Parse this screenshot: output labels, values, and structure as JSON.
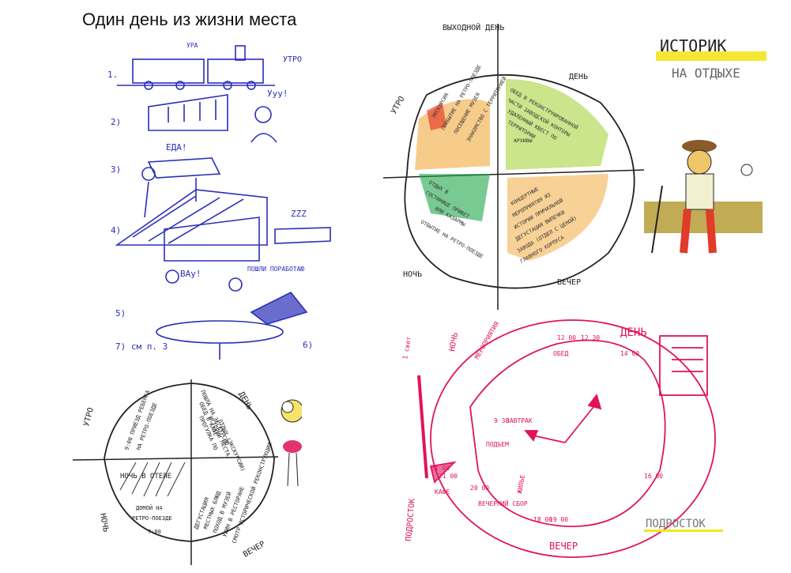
{
  "page_title": "Один день из жизни места",
  "top_left": {
    "steps": [
      "1.",
      "2)",
      "3)",
      "4)",
      "5)",
      "6)",
      "7) см п. 3"
    ],
    "bubbles": [
      "УРА",
      "Ууу!",
      "ЕДА!",
      "ZZZ",
      "ВАу!",
      "ПОШЛИ ПОРАБОТАЮ"
    ],
    "side": "УТРО"
  },
  "top_right": {
    "labels": {
      "top": "ВЫХОДНОЙ ДЕНЬ",
      "morning": "УТРО",
      "day": "ДЕНЬ",
      "night": "НОЧЬ",
      "evening": "ВЕЧЕР"
    },
    "morning_text": [
      "ЭКСКУРСИЯ",
      "ПРИБЫТИЕ НА РЕТРО-ПОЕЗДЕ",
      "ПОСЕЩЕНИЕ МУЗЕЯ",
      "ЗНАКОМСТВО С ТЕРРИТОРИЕЙ"
    ],
    "day_text": [
      "ОБЕД В РЕКОНСТРУИРОВАННОЙ",
      "ЧАСТИ ЗАВОДСКОЙ КОНТОРЫ",
      "УДАЛЕННЫЙ КВЕСТ ПО",
      "ТЕРРИТОРИИ",
      "АРХИВЫ"
    ],
    "night_text": [
      "ОТДЫХ В",
      "ГОСТИНИЦЕ ПРИВЕТ",
      "ИЛИ КАЗАРМЫ",
      "ОТБЫТИЕ НА РЕТРО-ПОЕЗДЕ"
    ],
    "evening_text": [
      "КОНЦЕРТНЫЕ",
      "МЕРОПРИЯТИЯ ИЗ",
      "ИСТОРИИ ПРИЧАЛЬНОЙ",
      "ДЕГУСТАЦИЯ ВЫПЕЧКИ",
      "ЗАВОДА (ОТДЕЛ С ЦЕНОЙ)",
      "ГЛАВНОГО КОРПУСА"
    ],
    "persona_title": "ИСТОРИК",
    "persona_sub": "НА ОТДЫХЕ"
  },
  "bottom_left": {
    "labels": {
      "morning": "УТРО",
      "day": "ДЕНЬ",
      "night": "НОЧЬ",
      "evening": "ВЕЧЕР"
    },
    "morning_text": [
      "9:00 ПРИЕЗД РЕБЕНКА",
      "НА РЕТРО-ПОЕЗДЕ"
    ],
    "day_text": [
      "ПОШЛА НА ЭКСКУРСИЮ",
      "ОБЕД В КАФЕ",
      "ПРОГУЛКА ПО",
      "ИСТОРИИ МЕСТА",
      "ОТДЫХ (ЭКСКУРСИИ)"
    ],
    "night_text": [
      "НОЧЬ В ОТЕЛЕ",
      "ДОМОЙ НА",
      "РЕТРО-ПОЕЗДЕ",
      "7:00"
    ],
    "evening_text": [
      "ДЕГУСТАЦИЯ",
      "МЕСТНЫХ БЛЮД",
      "ПОХОД В МУЗЕЙ",
      "УЖИН В РЕСТОРАНЕ",
      "СМОТР ИСТОРИЧЕСКОЙ РЕКОНСТРУКЦИИ"
    ]
  },
  "bottom_right": {
    "labels": {
      "night": "НОЧЬ",
      "day": "ДЕНЬ",
      "evening": "ВЕЧЕР",
      "persona": "ПОДРОСТОК"
    },
    "times": [
      "1 свет",
      "21 00",
      "12 00",
      "12 30",
      "14 00",
      "16 00",
      "18 00",
      "19 00",
      "9 30",
      "20 00",
      "21 00"
    ],
    "notes": [
      "ЗАВТРАК",
      "ПОДЪЕМ",
      "ОБЕД",
      "КАФЕ",
      "ВЕЧЕРНИЙ СБОР",
      "МЕРОПРИЯТИЯ",
      "ЖИЛЬЕ",
      "ПОДРОСТОК"
    ],
    "accent": "#e0135d"
  }
}
